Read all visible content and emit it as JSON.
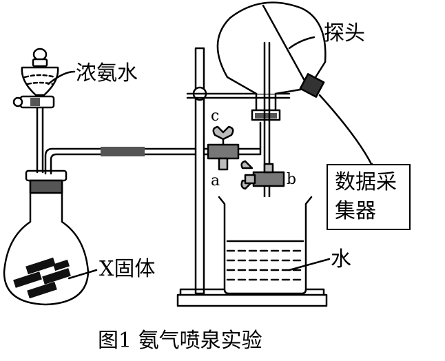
{
  "labels": {
    "ammonia_water": "浓氨水",
    "probe": "探头",
    "clamp_c": "c",
    "clamp_a": "a",
    "clamp_b": "b",
    "data_collector_line1": "数据采",
    "data_collector_line2": "集器",
    "water": "水",
    "solid_x": "X固体"
  },
  "caption": "图1 氨气喷泉实验"
}
